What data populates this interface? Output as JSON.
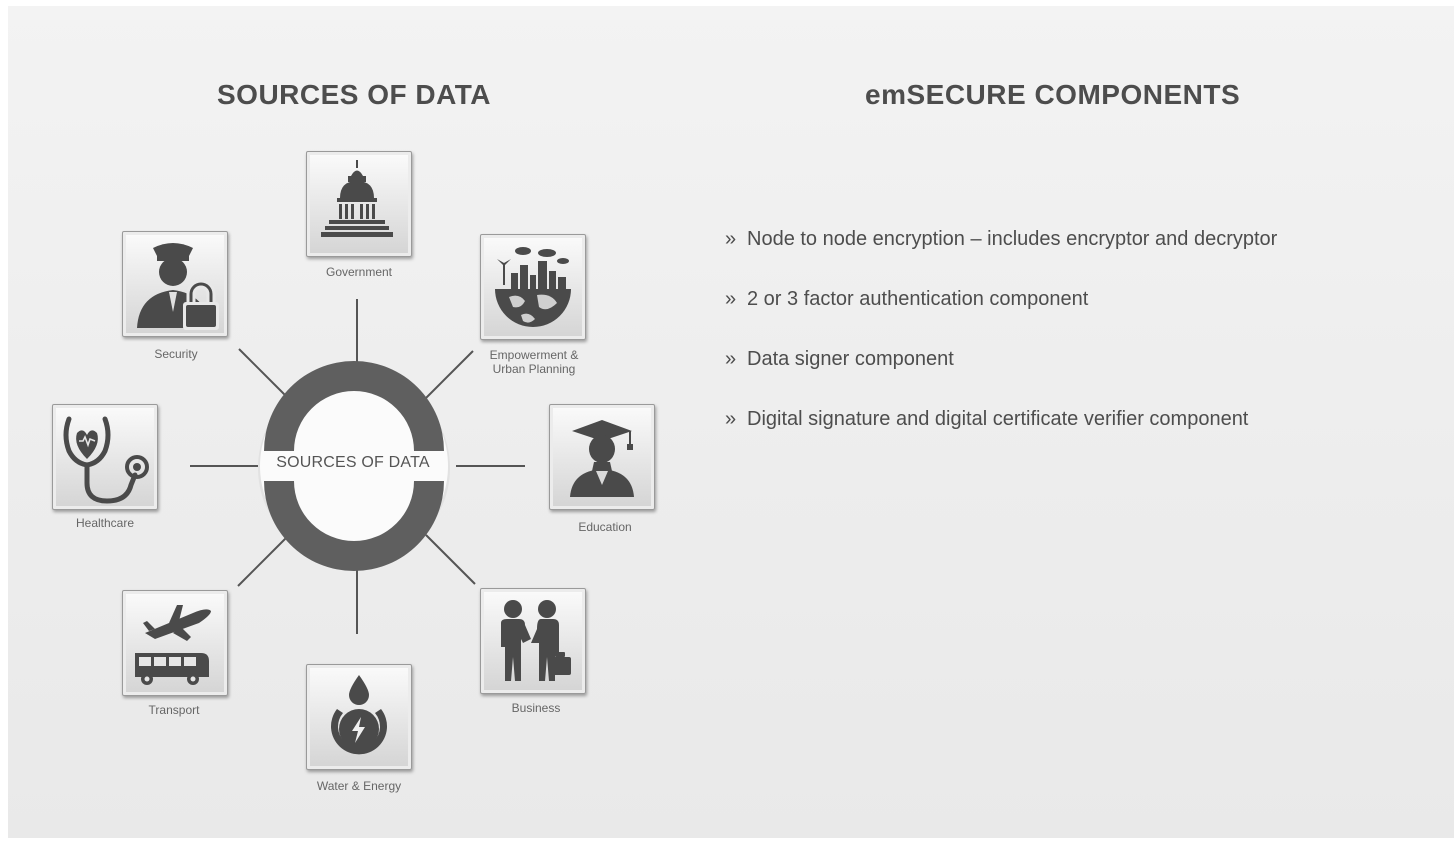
{
  "headings": {
    "left": "SOURCES OF DATA",
    "right": "emSECURE COMPONENTS"
  },
  "hub": {
    "label": "SOURCES OF DATA"
  },
  "sources": [
    {
      "label": "Government",
      "icon": "capitol-building-icon"
    },
    {
      "label": "Empowerment & Urban Planning",
      "line1": "Empowerment &",
      "line2": "Urban Planning",
      "icon": "city-globe-icon"
    },
    {
      "label": "Education",
      "icon": "graduate-icon"
    },
    {
      "label": "Business",
      "icon": "handshake-icon"
    },
    {
      "label": "Water & Energy",
      "icon": "water-energy-icon"
    },
    {
      "label": "Transport",
      "icon": "plane-bus-icon"
    },
    {
      "label": "Healthcare",
      "icon": "stethoscope-icon"
    },
    {
      "label": "Security",
      "icon": "guard-lock-icon"
    }
  ],
  "components": {
    "marker": "»",
    "items": [
      "Node to node encryption – includes encryptor and decryptor",
      "2 or 3 factor authentication component",
      "Data signer component",
      "Digital signature and digital certificate verifier component"
    ]
  },
  "colors": {
    "background": "#eeeeee",
    "ring": "#5f5f5f",
    "icon": "#4a4a4a",
    "text": "#4d4d4d"
  }
}
